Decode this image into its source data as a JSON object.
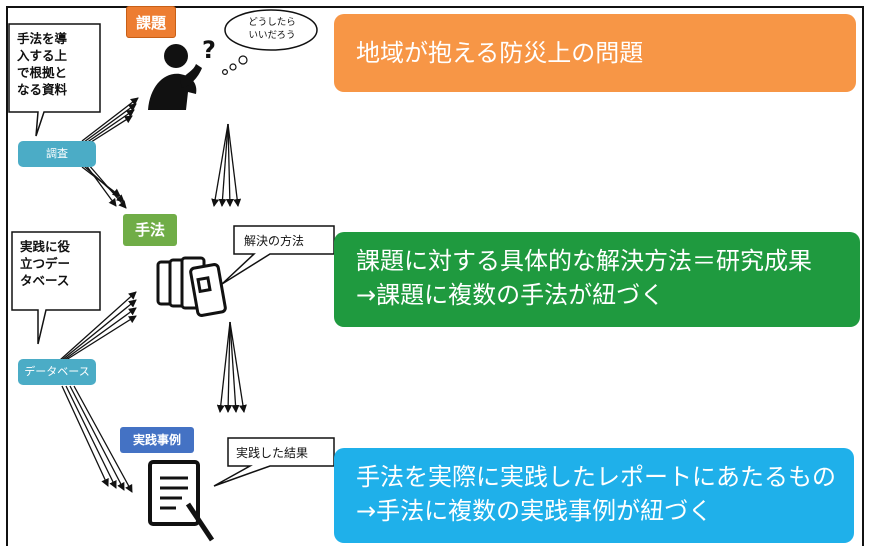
{
  "tags": {
    "kadai": "課題",
    "shuho": "手法",
    "jissen_jirei": "実践事例"
  },
  "nodes": {
    "chousa": "調査",
    "database": "データベース"
  },
  "callouts": {
    "chousa_note": "手法を導\n入する上\nで根拠と\nなる資料",
    "db_note": "実践に役\n立つデー\nタベース"
  },
  "thought": "どうしたら\nいいだろう",
  "bubbles": {
    "kaiketsu": "解決の方法",
    "kekka": "実践した結果"
  },
  "banners": {
    "problem": "地域が抱える防災上の問題",
    "method": "課題に対する具体的な解決方法＝研究成果\n→課題に複数の手法が紐づく",
    "practice": "手法を実際に実践したレポートにあたるもの\n→手法に複数の実践事例が紐づく"
  },
  "icons": [
    "person-thinking-icon",
    "books-icon",
    "report-pen-icon",
    "arrow-bundle-icon"
  ],
  "colors": {
    "orange_tag": "#ed7d31",
    "green_tag": "#70ad47",
    "blue_tag": "#4472c4",
    "pill": "#4bacc6",
    "banner_orange": "#f79646",
    "banner_green": "#1f9a3f",
    "banner_blue": "#1fb0ea"
  }
}
